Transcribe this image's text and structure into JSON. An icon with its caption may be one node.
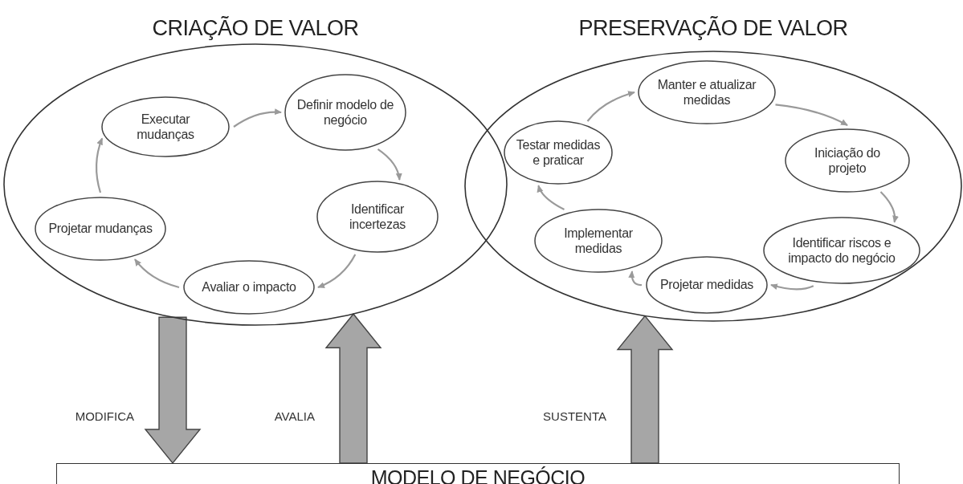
{
  "diagram": {
    "nodes": [
      {
        "text": [
          "CRIAÇÃO DE VALOR"
        ]
      },
      {
        "text": [
          "Executar mudanças"
        ],
        "in": 0
      },
      {
        "text": [
          "Definir modelo de negócio"
        ],
        "in": 0
      },
      {
        "text": [
          "Identificar incertezas"
        ],
        "in": 0
      },
      {
        "text": [
          "Avaliar o impacto"
        ],
        "in": 0
      },
      {
        "text": [
          "Projetar mudanças"
        ],
        "in": 0
      },
      {
        "text": [
          "PRESERVAÇÃO DE VALOR"
        ]
      },
      {
        "text": [
          "Manter e atualizar medidas"
        ],
        "in": 6
      },
      {
        "text": [
          "Iniciação do projeto"
        ],
        "in": 6
      },
      {
        "text": [
          "Identificar riscos e impacto do negócio"
        ],
        "in": 6
      },
      {
        "text": [
          "Projetar medidas"
        ],
        "in": 6
      },
      {
        "text": [
          "Implementar medidas"
        ],
        "in": 6
      },
      {
        "text": [
          "Testar medidas e praticar"
        ],
        "in": 6
      },
      {
        "text": [
          "MODELO DE NEGÓCIO"
        ]
      }
    ],
    "edges": [
      {
        "from": 1,
        "to": 2,
        "arrow": "to"
      },
      {
        "from": 2,
        "to": 3,
        "arrow": "to"
      },
      {
        "from": 3,
        "to": 4,
        "arrow": "to"
      },
      {
        "from": 4,
        "to": 5,
        "arrow": "to"
      },
      {
        "from": 5,
        "to": 1,
        "arrow": "to"
      },
      {
        "from": 7,
        "to": 8,
        "arrow": "to"
      },
      {
        "from": 8,
        "to": 9,
        "arrow": "to"
      },
      {
        "from": 9,
        "to": 10,
        "arrow": "to"
      },
      {
        "from": 10,
        "to": 11,
        "arrow": "to"
      },
      {
        "from": 11,
        "to": 12,
        "arrow": "to"
      },
      {
        "from": 12,
        "to": 7,
        "arrow": "to"
      },
      {
        "from": 0,
        "to": 13,
        "arrow": "to",
        "label": "MODIFICA",
        "style": "thick"
      },
      {
        "from": 13,
        "to": 0,
        "arrow": "to",
        "label": "AVALIA",
        "style": "thick"
      },
      {
        "from": 13,
        "to": 6,
        "arrow": "to",
        "label": "SUSTENTA",
        "style": "thick"
      }
    ]
  }
}
